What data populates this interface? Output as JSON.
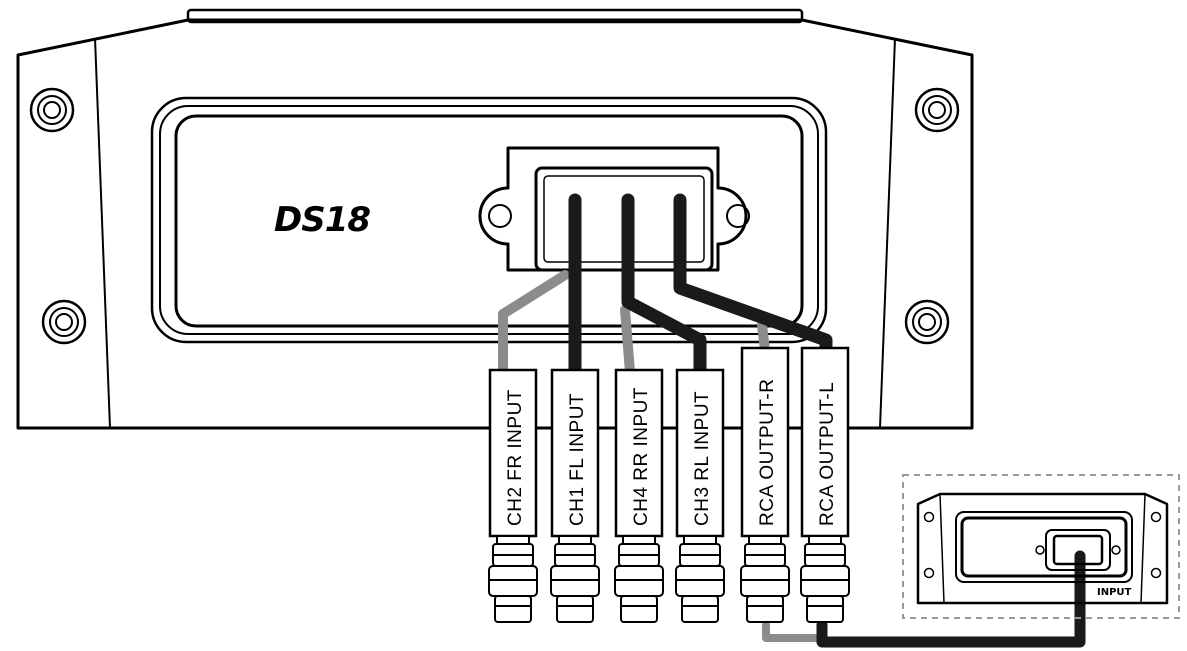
{
  "amplifier": {
    "brand_logo": "DS18"
  },
  "cables": [
    {
      "label": "CH2 FR INPUT",
      "wire_color": "#8c8c8c"
    },
    {
      "label": "CH1 FL INPUT",
      "wire_color": "#1a1a1a"
    },
    {
      "label": "CH4 RR INPUT",
      "wire_color": "#8c8c8c"
    },
    {
      "label": "CH3 RL INPUT",
      "wire_color": "#1a1a1a"
    },
    {
      "label": "RCA OUTPUT-R",
      "wire_color": "#8c8c8c"
    },
    {
      "label": "RCA OUTPUT-L",
      "wire_color": "#1a1a1a"
    }
  ],
  "secondary_amplifier": {
    "port_label": "INPUT"
  },
  "colors": {
    "outline": "#000000",
    "background": "#ffffff",
    "wire_dark": "#1a1a1a",
    "wire_grey": "#8c8c8c",
    "dashed_border": "#999999"
  }
}
